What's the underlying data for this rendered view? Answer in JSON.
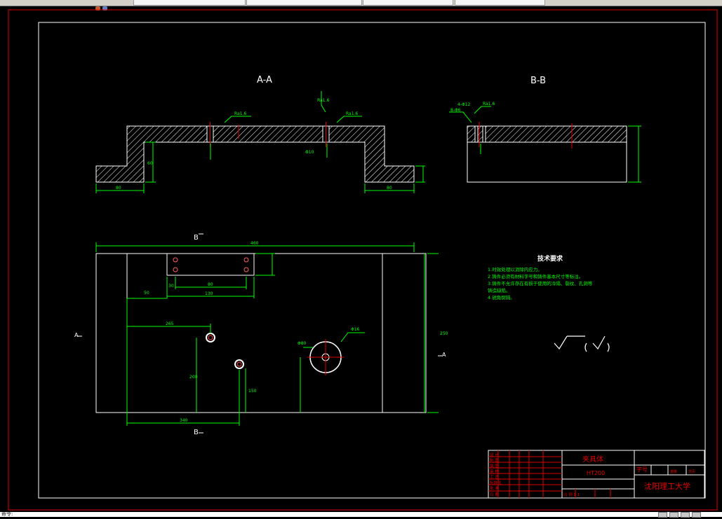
{
  "tabs": [
    {
      "label": ""
    },
    {
      "label": ""
    },
    {
      "label": ""
    },
    {
      "label": ""
    },
    {
      "label": ""
    }
  ],
  "drawing": {
    "section_aa_label": "A-A",
    "section_bb_label": "B-B",
    "view_b_mark": "B",
    "view_a_mark": "A",
    "roughness_aa_left": "Ra1.6",
    "roughness_aa_mid": "Ra1.6",
    "roughness_aa_vert": "Ra1.6",
    "roughness_bb": "Ra1.6",
    "dim_bb_top": "8-Φ6",
    "dim_bb_hole": "4-Φ12",
    "tech_title": "技术要求",
    "tech_items": [
      "1.时效处理以消除内应力。",
      "2.铸件必须有材料字号和铸件基本尺寸等标注。",
      "3.铸件不允许存在有损于使用的冷隔、裂纹、孔洞等",
      "铸造缺陷。",
      "4.锐角倒钝。"
    ],
    "dims": {
      "top_overall": "460",
      "plate_height": "250",
      "slot_w": "130",
      "slot_inner": "80",
      "slot_x": "30",
      "left_step": "50",
      "hole_x1": "265",
      "hole_y1": "200",
      "hole_x2": "340",
      "hole_y2": "150",
      "big_hole": "Φ80",
      "big_hole_r": "Φ16",
      "aa_left_w": "80",
      "aa_right_w": "80",
      "aa_h": "60",
      "aa_mid": "Φ10"
    }
  },
  "title_block": {
    "part_name": "夹具体",
    "material": "HT200",
    "school": "沈阳理工大学",
    "field_label": "字号",
    "scale_label": "比 例 1:1",
    "left_rows": [
      "设 计",
      "制 图",
      "描 图",
      "审 核",
      "工 艺",
      "标准化",
      "批 准",
      "日 期"
    ],
    "small_header": [
      "重量",
      "共页",
      "第页"
    ]
  },
  "statusbar": {
    "command": "命令:"
  }
}
